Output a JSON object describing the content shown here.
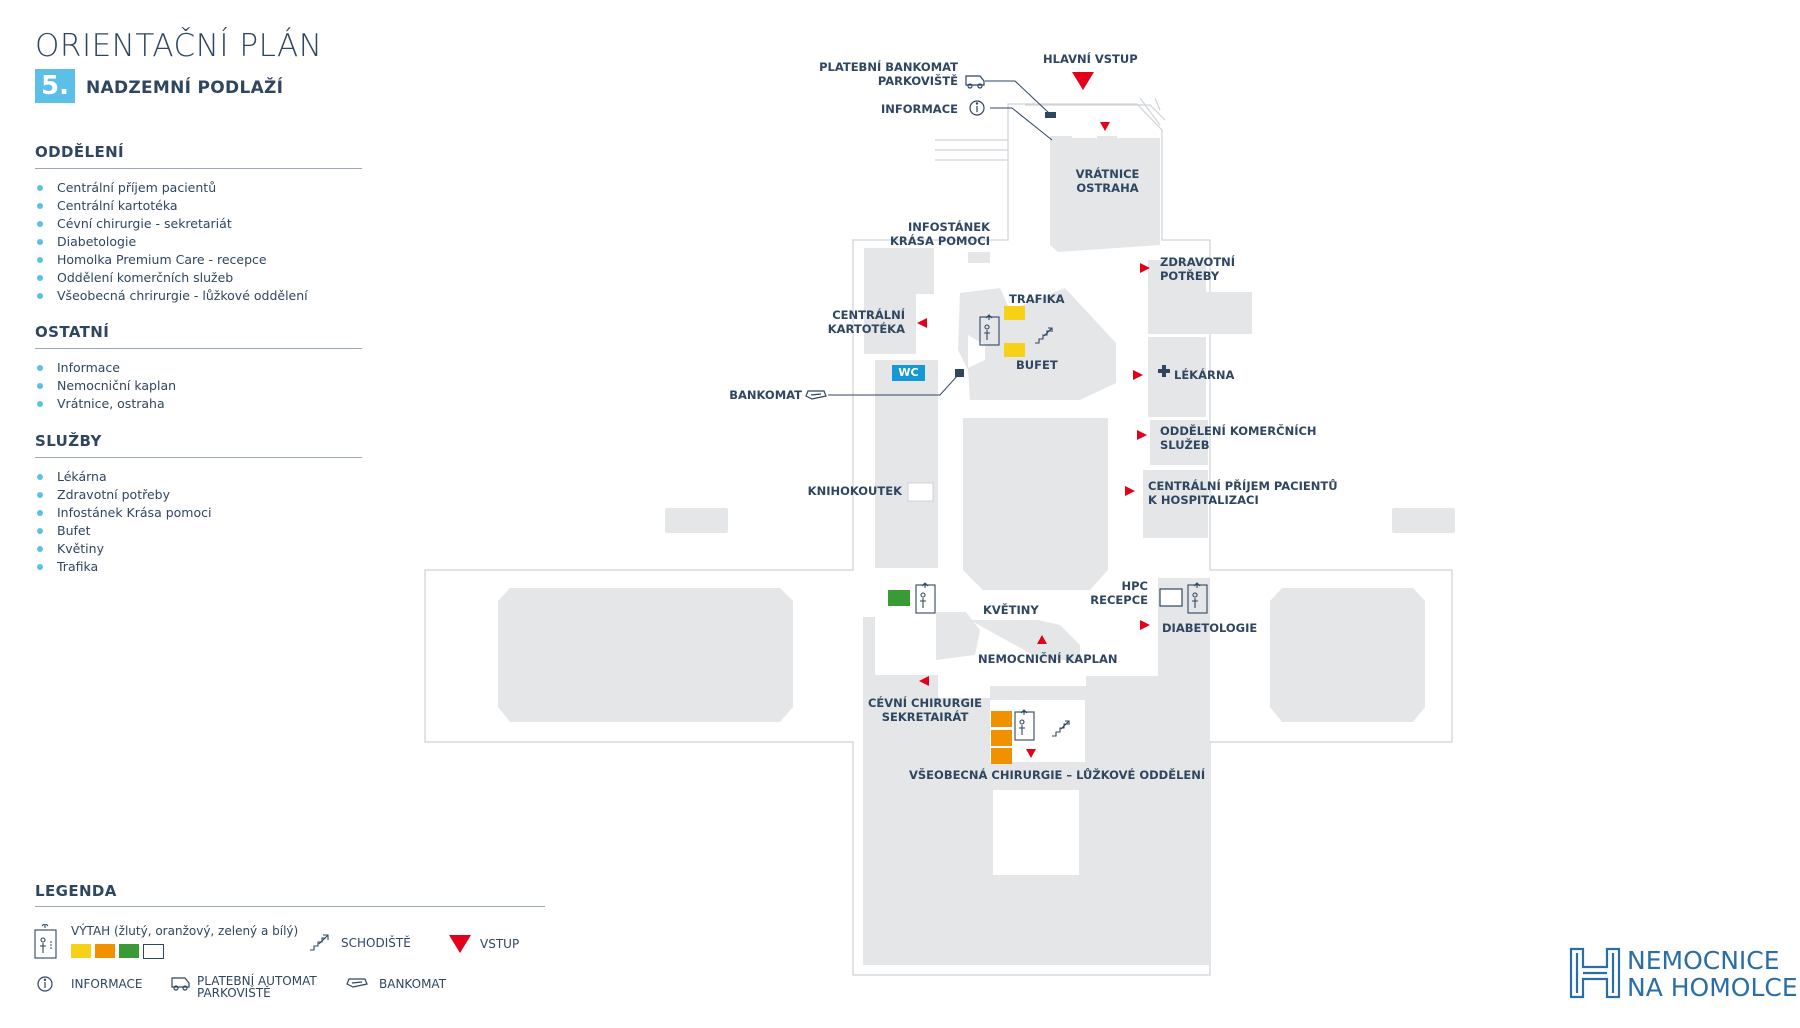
{
  "header": {
    "title": "ORIENTAČNÍ PLÁN",
    "floor_number": "5.",
    "floor_label": "NADZEMNÍ PODLAŽÍ"
  },
  "sections": {
    "oddeleni": {
      "title": "ODDĚLENÍ",
      "items": [
        "Centrální příjem pacientů",
        "Centrální kartotéka",
        "Cévní chirurgie - sekretariát",
        "Diabetologie",
        "Homolka Premium Care - recepce",
        "Oddělení komerčních služeb",
        "Všeobecná chrirurgie - lůžkové oddělení"
      ]
    },
    "ostatni": {
      "title": "OSTATNÍ",
      "items": [
        "Informace",
        "Nemocniční kaplan",
        "Vrátnice, ostraha"
      ]
    },
    "sluzby": {
      "title": "SLUŽBY",
      "items": [
        "Lékárna",
        "Zdravotní potřeby",
        "Infostánek Krása pomoci",
        "Bufet",
        "Květiny",
        "Trafika"
      ]
    }
  },
  "map": {
    "labels": {
      "platebni_line1": "PLATEBNÍ BANKOMAT",
      "platebni_line2": "PARKOVIŠTĚ",
      "hlavni_vstup": "HLAVNÍ VSTUP",
      "informace": "INFORMACE",
      "vratnice_line1": "VRÁTNICE",
      "vratnice_line2": "OSTRAHA",
      "infostanek_line1": "INFOSTÁNEK",
      "infostanek_line2": "KRÁSA POMOCI",
      "zdravotni_line1": "ZDRAVOTNÍ",
      "zdravotni_line2": "POTŘEBY",
      "trafika": "TRAFIKA",
      "kartoteka_line1": "CENTRÁLNÍ",
      "kartoteka_line2": "KARTOTÉKA",
      "wc": "WC",
      "bufet": "BUFET",
      "lekarna": "LÉKÁRNA",
      "bankomat": "BANKOMAT",
      "komercni_line1": "ODDĚLENÍ KOMERČNÍCH",
      "komercni_line2": "SLUŽEB",
      "knihokoutek": "KNIHOKOUTEK",
      "prijem_line1": "CENTRÁLNÍ PŘÍJEM PACIENTŮ",
      "prijem_line2": "K HOSPITALIZACI",
      "hpc_line1": "HPC",
      "hpc_line2": "RECEPCE",
      "kvetiny": "KVĚTINY",
      "diabetologie": "DIABETOLOGIE",
      "kaplan": "NEMOCNIČNÍ KAPLAN",
      "cevni_line1": "CÉVNÍ CHIRURGIE",
      "cevni_line2": "SEKRETAIRÁT",
      "vseobecna": "VŠEOBECNÁ CHIRURGIE – LŮŽKOVÉ ODDĚLENÍ"
    }
  },
  "legend": {
    "title": "LEGENDA",
    "vytah": "VÝTAH (žlutý, oranžový, zelený a bílý)",
    "schodiste": "SCHODIŠTĚ",
    "vstup": "VSTUP",
    "informace": "INFORMACE",
    "platebni_line1": "PLATEBNÍ AUTOMAT",
    "platebni_line2": "PARKOVIŠTĚ",
    "bankomat": "BANKOMAT",
    "elevator_colors": [
      "#f7d117",
      "#f29100",
      "#3a9a35",
      "#ffffff"
    ]
  },
  "colors": {
    "accent": "#5bbfe8",
    "text": "#2f4660",
    "room": "#e4e6e8",
    "entrance": "#e2001a",
    "logo": "#2a6ea8"
  },
  "logo": {
    "line1": "NEMOCNICE",
    "line2": "NA HOMOLCE"
  }
}
